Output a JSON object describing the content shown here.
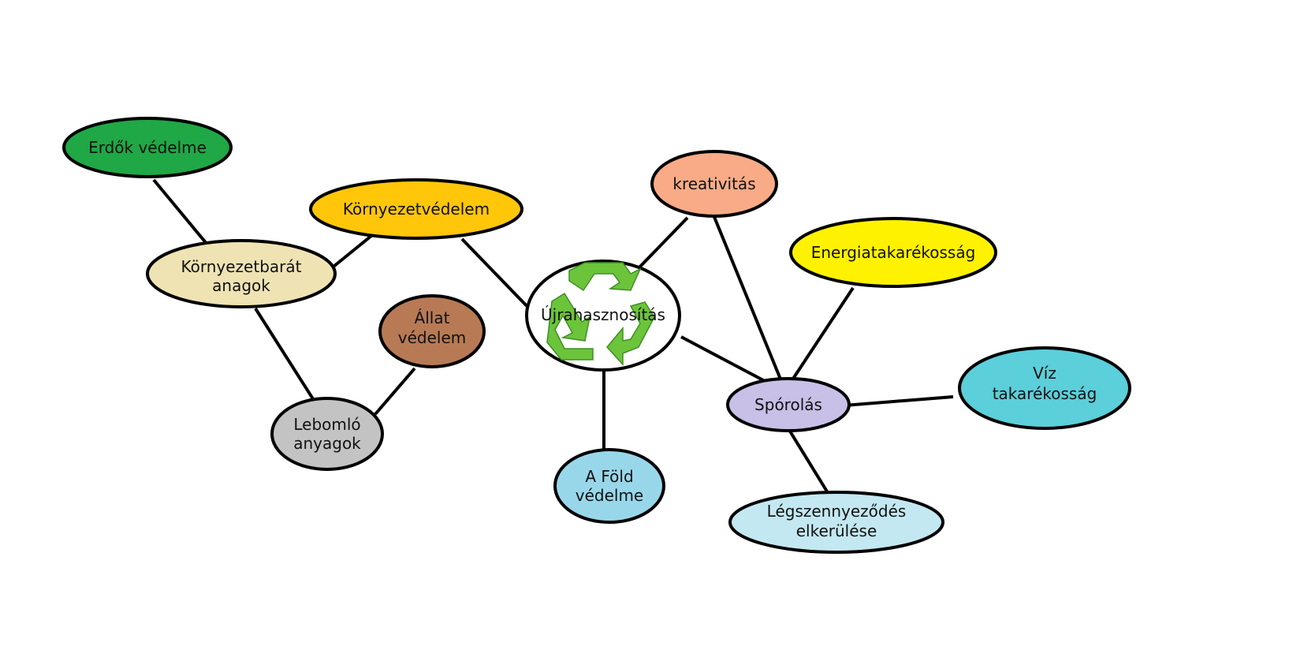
{
  "diagram": {
    "center": {
      "label": "Újrahasznosítás",
      "icon": "recycle-icon",
      "fill": "#ffffff"
    },
    "nodes": {
      "erdok_vedelme": {
        "label": "Erdők védelme",
        "fill": "#1fa845"
      },
      "kornyezetbarat": {
        "line1": "Környezetbarát",
        "line2": "anagok",
        "fill": "#efe3b4"
      },
      "kornyezetvedelem": {
        "label": "Környezetvédelem",
        "fill": "#ffc60a"
      },
      "allat_vedelem": {
        "line1": "Állat",
        "line2": "védelem",
        "fill": "#b87a55"
      },
      "lebomlo": {
        "line1": "Lebomló",
        "line2": "anyagok",
        "fill": "#c3c3c3"
      },
      "kreativitas": {
        "label": "kreativitás",
        "fill": "#f8ab86"
      },
      "energiatakarekossag": {
        "label": "Energiatakarékosság",
        "fill": "#fff200"
      },
      "foldvedelme": {
        "line1": "A Föld",
        "line2": "védelme",
        "fill": "#98d7ea"
      },
      "sporolas": {
        "label": "Spórolás",
        "fill": "#c8c0e6"
      },
      "viz": {
        "line1": "Víz",
        "line2": "takarékosság",
        "fill": "#5bcfda"
      },
      "legszennyezodes": {
        "line1": "Légszennyeződés",
        "line2": "elkerülése",
        "fill": "#c3e8f1"
      }
    }
  }
}
